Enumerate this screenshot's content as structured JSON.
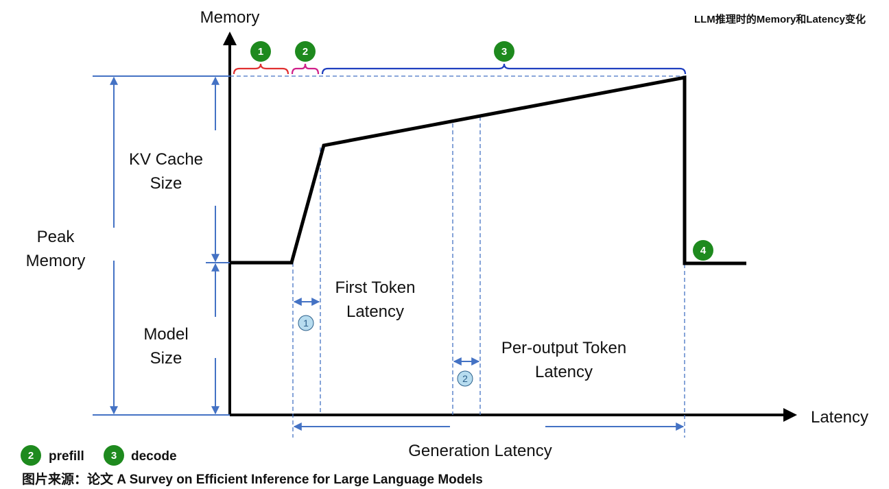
{
  "title": "LLM推理时的Memory和Latency变化",
  "axes": {
    "y_label": "Memory",
    "x_label": "Latency"
  },
  "labels": {
    "kv_cache_size": [
      "KV Cache",
      "Size"
    ],
    "peak_memory": [
      "Peak",
      "Memory"
    ],
    "model_size": [
      "Model",
      "Size"
    ],
    "first_token_latency": [
      "First Token",
      "Latency"
    ],
    "per_output_token_latency": [
      "Per-output Token",
      "Latency"
    ],
    "generation_latency": "Generation Latency"
  },
  "phase_badges": [
    "1",
    "2",
    "3",
    "4"
  ],
  "interval_markers": [
    "1",
    "2"
  ],
  "legend": [
    {
      "badge": "2",
      "label": "prefill"
    },
    {
      "badge": "3",
      "label": "decode"
    }
  ],
  "source": "图片来源：论文 A Survey on Efficient Inference for Large Language Models",
  "colors": {
    "badge_green": "#1e8a1e",
    "brace_1": "#e03030",
    "brace_2": "#d0208a",
    "brace_3": "#1f3fbf",
    "guide_blue": "#4472c4",
    "marker_fill": "#b7dcef"
  }
}
